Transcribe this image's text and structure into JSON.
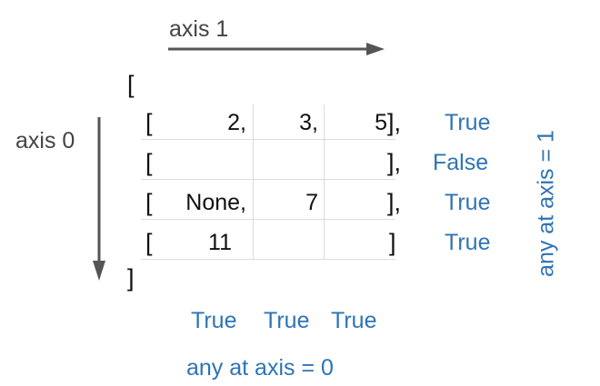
{
  "axis1_label": "axis 1",
  "axis0_label": "axis 0",
  "outer_open": "[",
  "outer_close": "]",
  "rows": [
    {
      "open": "[",
      "cells": [
        "2,",
        "3,",
        "5"
      ],
      "close": "],",
      "result": "True"
    },
    {
      "open": "[",
      "cells": [
        "",
        "",
        ""
      ],
      "close": "],",
      "result": "False"
    },
    {
      "open": "[",
      "cells": [
        "None,",
        "7",
        ""
      ],
      "close": "],",
      "result": "True"
    },
    {
      "open": "[",
      "cells": [
        "11",
        "",
        ""
      ],
      "close": "]",
      "result": "True"
    }
  ],
  "column_results": [
    "True",
    "True",
    "True"
  ],
  "axis0_caption": "any at axis = 0",
  "axis1_caption": "any  at axis = 1",
  "colors": {
    "arrow": "#555555",
    "text": "#111111",
    "result": "#2e74b5",
    "grid": "#dcdcdc"
  }
}
